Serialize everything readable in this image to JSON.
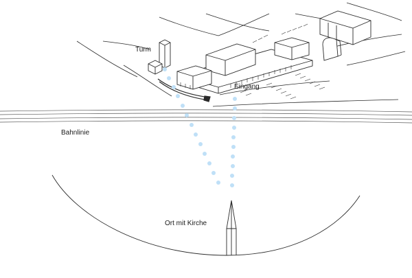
{
  "labels": {
    "tower": "Turm",
    "entrance": "Eingang",
    "railway": "Bahnlinie",
    "village": "Ort mit Kirche"
  },
  "colors": {
    "line": "#2a2a2a",
    "sightline_dots": "#bfe0f7",
    "background": "#ffffff"
  }
}
